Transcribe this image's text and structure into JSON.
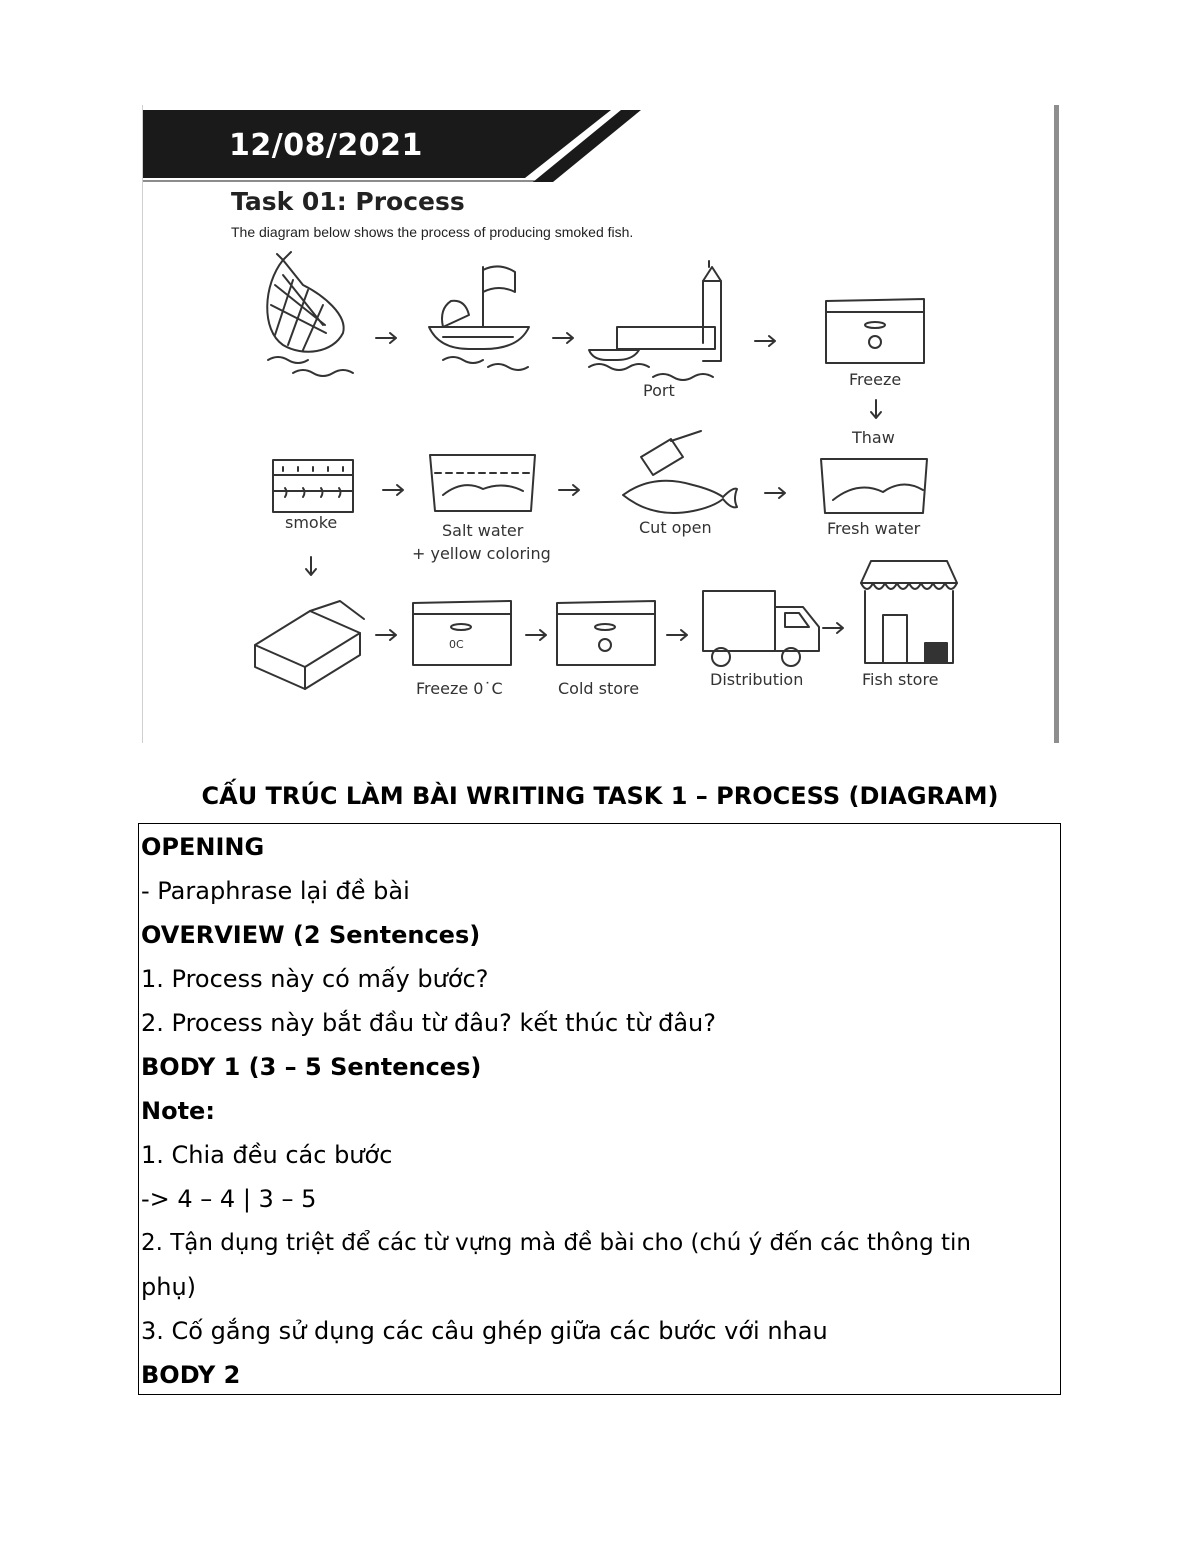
{
  "banner": {
    "date": "12/08/2021"
  },
  "task": {
    "title": "Task 01: Process",
    "description": "The diagram below shows the process of producing smoked fish."
  },
  "steps": {
    "port": "Port",
    "freeze": "Freeze",
    "thaw": "Thaw",
    "smoke": "smoke",
    "salt_water_1": "Salt water",
    "salt_water_2": "+ yellow coloring",
    "cut_open": "Cut open",
    "fresh_water": "Fresh water",
    "freeze_0c": "Freeze 0˙C",
    "cold_store": "Cold store",
    "distribution": "Distribution",
    "fish_store": "Fish store",
    "box_temp": "0C"
  },
  "outline": {
    "heading": "CẤU TRÚC LÀM BÀI WRITING TASK 1 – PROCESS (DIAGRAM)",
    "lines": [
      "OPENING",
      "- Paraphrase lại đề bài",
      "OVERVIEW (2 Sentences)",
      "1. Process này có mấy bước?",
      "2. Process này bắt đầu từ đâu? kết thúc từ đâu?",
      "BODY 1 (3 – 5 Sentences)",
      "Note:",
      "1.  Chia đều các bước",
      "-> 4 – 4 | 3 – 5",
      "2. Tận dụng triệt để các từ vựng mà đề bài cho (chú ý đến các thông tin",
      "phụ)",
      "3. Cố gắng sử dụng các câu ghép giữa các bước với nhau",
      "BODY 2"
    ]
  },
  "colors": {
    "banner": "#1a1a1a",
    "ink": "#333333"
  },
  "icons": [
    "fishing-net-icon",
    "boat-icon",
    "port-icon",
    "freezer-icon",
    "smoker-icon",
    "salt-water-tank-icon",
    "cleaver-fish-icon",
    "fresh-water-tank-icon",
    "box-icon",
    "truck-icon",
    "shop-icon",
    "arrow-icon"
  ]
}
